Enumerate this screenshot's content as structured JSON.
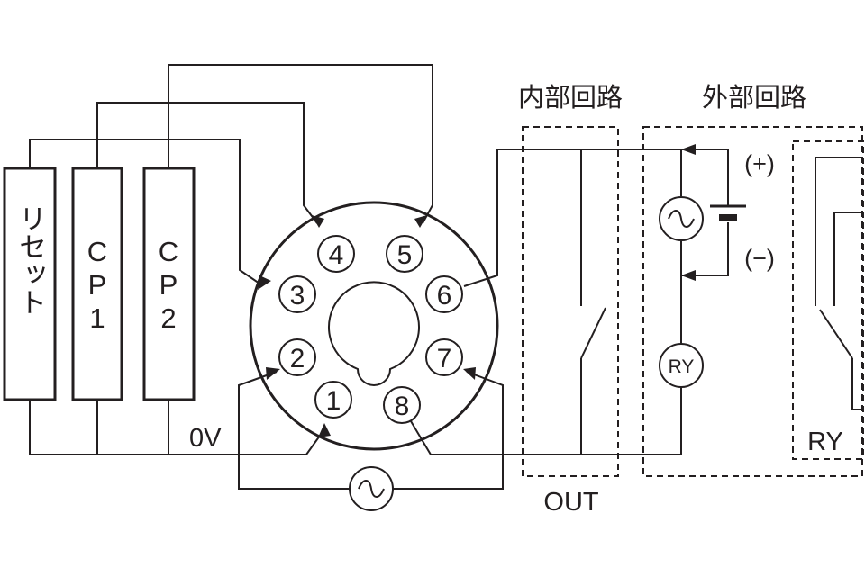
{
  "labels": {
    "internal_circuit": "内部回路",
    "external_circuit": "外部回路",
    "reset": "リセット",
    "cp1": "CP1",
    "cp2": "CP2",
    "zero_v": "0V",
    "out": "OUT",
    "ry_coil": "RY",
    "ry_contact": "RY",
    "plus": "(+)",
    "minus": "(−)"
  },
  "pins": [
    "1",
    "2",
    "3",
    "4",
    "5",
    "6",
    "7",
    "8"
  ]
}
